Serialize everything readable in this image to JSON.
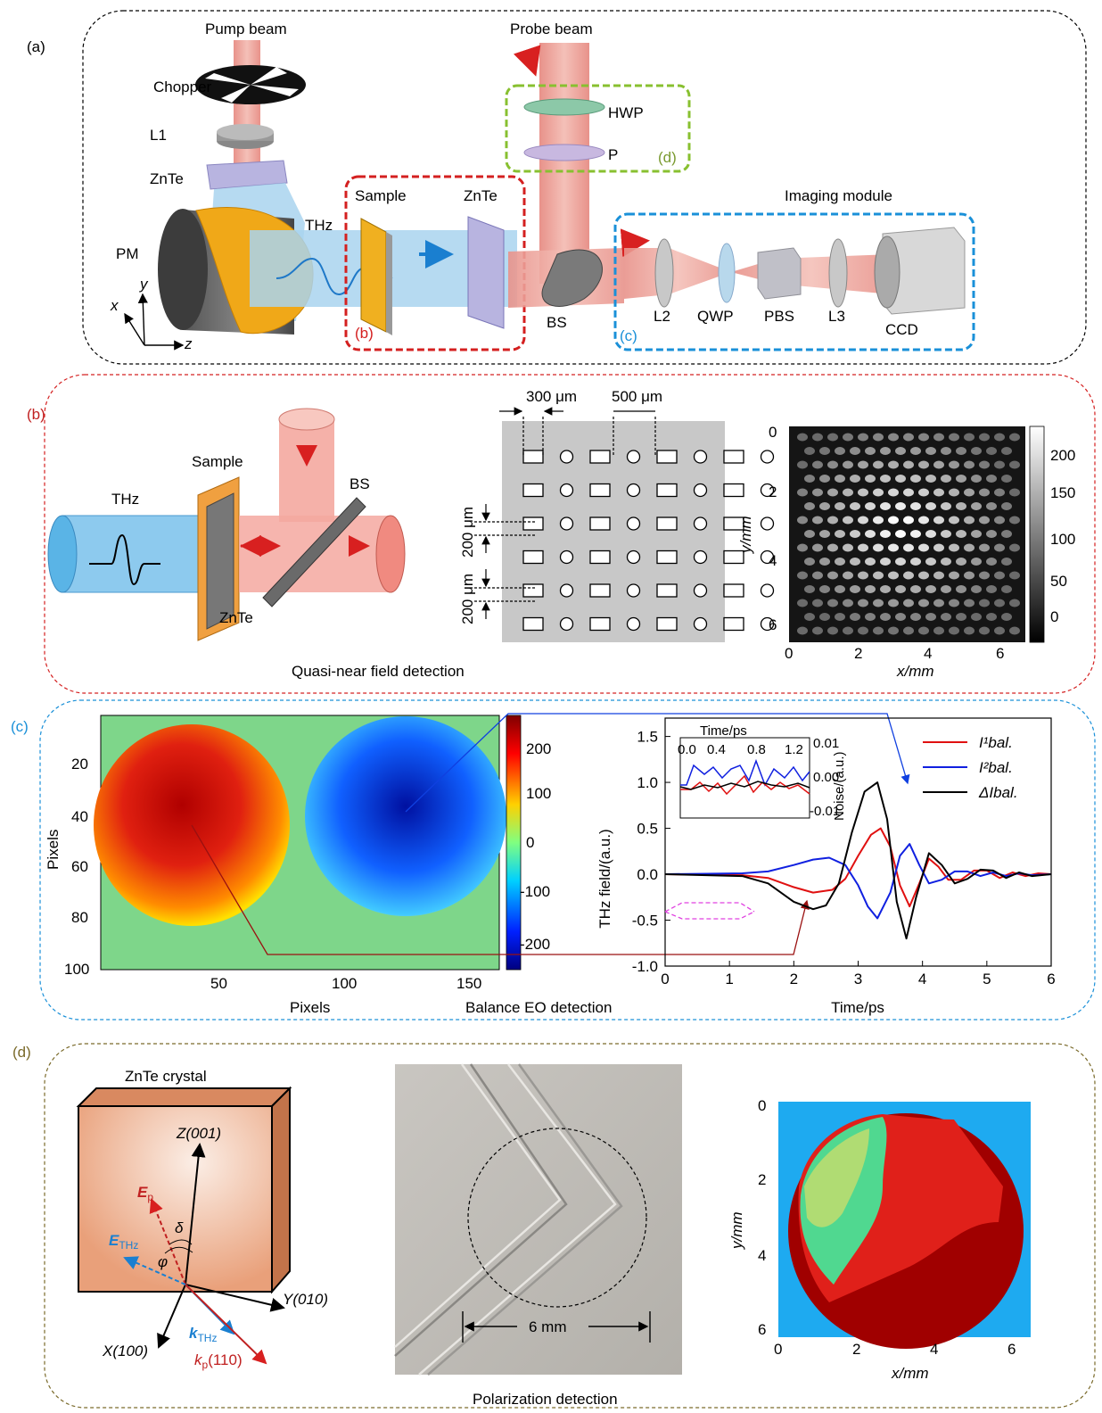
{
  "panel_a": {
    "label": "(a)",
    "pump_beam": "Pump beam",
    "probe_beam": "Probe beam",
    "chopper": "Chopper",
    "l1": "L1",
    "znte_top": "ZnTe",
    "pm": "PM",
    "thz": "THz",
    "sample": "Sample",
    "znte_mid": "ZnTe",
    "hwp": "HWP",
    "p": "P",
    "d_tag": "(d)",
    "imaging_module": "Imaging module",
    "bs": "BS",
    "b_tag": "(b)",
    "c_tag": "(c)",
    "l2": "L2",
    "qwp": "QWP",
    "pbs": "PBS",
    "l3": "L3",
    "ccd": "CCD",
    "axis_x": "x",
    "axis_y": "y",
    "axis_z": "z"
  },
  "panel_b": {
    "label": "(b)",
    "thz": "THz",
    "sample": "Sample",
    "bs": "BS",
    "znte": "ZnTe",
    "caption": "Quasi-near field detection",
    "dim_300": "300 μm",
    "dim_500": "500 μm",
    "dim_200a": "200 μm",
    "dim_200b": "200 μm",
    "image": {
      "ylabel": "y/mm",
      "xlabel": "x/mm",
      "xticks": [
        "0",
        "2",
        "4",
        "6"
      ],
      "yticks": [
        "0",
        "2",
        "4",
        "6"
      ],
      "cbar_ticks": [
        "200",
        "150",
        "100",
        "50",
        "0"
      ]
    }
  },
  "panel_c": {
    "label": "(c)",
    "map": {
      "ylabel": "Pixels",
      "xlabel": "Pixels",
      "yticks": [
        "20",
        "40",
        "60",
        "80",
        "100"
      ],
      "xticks": [
        "50",
        "100",
        "150"
      ],
      "cbar_ticks": [
        "200",
        "100",
        "0",
        "-100",
        "-200"
      ]
    },
    "caption": "Balance EO detection",
    "chart_data": {
      "type": "line",
      "xlabel": "Time/ps",
      "ylabel": "THz field/(a.u.)",
      "xlim": [
        0,
        6
      ],
      "ylim": [
        -1.0,
        1.7
      ],
      "xticks": [
        "0",
        "1",
        "2",
        "3",
        "4",
        "5",
        "6"
      ],
      "yticks": [
        "1.5",
        "1.0",
        "0.5",
        "0.0",
        "-0.5",
        "-1.0"
      ],
      "legend": [
        "I¹bal.",
        "I²bal.",
        "ΔIbal."
      ],
      "series": [
        {
          "name": "I¹bal.",
          "color": "#e01010",
          "x": [
            0,
            1.2,
            1.6,
            2.0,
            2.3,
            2.6,
            2.8,
            3.0,
            3.2,
            3.35,
            3.5,
            3.65,
            3.8,
            3.95,
            4.1,
            4.25,
            4.4,
            4.6,
            4.8,
            5.0,
            5.2,
            5.4,
            5.6,
            5.8,
            6.0
          ],
          "y": [
            0,
            -0.01,
            -0.04,
            -0.14,
            -0.2,
            -0.17,
            -0.05,
            0.2,
            0.43,
            0.5,
            0.3,
            -0.12,
            -0.35,
            -0.1,
            0.17,
            0.08,
            -0.06,
            -0.06,
            0.04,
            0.04,
            -0.04,
            0.02,
            -0.02,
            0.01,
            0
          ]
        },
        {
          "name": "I²bal.",
          "color": "#1020e0",
          "x": [
            0,
            1.2,
            1.6,
            2.0,
            2.3,
            2.55,
            2.8,
            3.0,
            3.15,
            3.3,
            3.5,
            3.65,
            3.8,
            3.95,
            4.1,
            4.3,
            4.5,
            4.7,
            4.9,
            5.1,
            5.3,
            5.5,
            5.7,
            6.0
          ],
          "y": [
            0,
            0.01,
            0.03,
            0.1,
            0.16,
            0.18,
            0.1,
            -0.12,
            -0.35,
            -0.48,
            -0.2,
            0.2,
            0.33,
            0.1,
            -0.1,
            -0.06,
            0.03,
            0.03,
            -0.02,
            0.02,
            -0.02,
            0.01,
            -0.01,
            0
          ]
        },
        {
          "name": "ΔIbal.",
          "color": "#000000",
          "x": [
            0,
            1.2,
            1.6,
            2.0,
            2.3,
            2.5,
            2.7,
            2.9,
            3.1,
            3.3,
            3.45,
            3.6,
            3.75,
            3.9,
            4.1,
            4.3,
            4.5,
            4.7,
            4.9,
            5.1,
            5.3,
            5.5,
            5.7,
            6.0
          ],
          "y": [
            0,
            -0.02,
            -0.1,
            -0.3,
            -0.38,
            -0.34,
            -0.1,
            0.45,
            0.9,
            1.0,
            0.6,
            -0.3,
            -0.7,
            -0.25,
            0.23,
            0.1,
            -0.1,
            -0.05,
            0.05,
            0.04,
            -0.04,
            0.02,
            -0.02,
            0
          ]
        }
      ],
      "inset": {
        "xlabel": "Time/ps",
        "ylabel": "Noise/(a.u.)",
        "xticks": [
          "0.0",
          "0.4",
          "0.8",
          "1.2"
        ],
        "yticks": [
          "0.01",
          "0.00",
          "-0.01"
        ]
      }
    }
  },
  "panel_d": {
    "label": "(d)",
    "crystal_title": "ZnTe crystal",
    "z_axis": "Z(001)",
    "y_axis": "Y(010)",
    "x_axis": "X(100)",
    "ep": "E",
    "ep_sub": "p",
    "ethz": "E",
    "ethz_sub": "THz",
    "delta": "δ",
    "phi": "φ",
    "kthz": "k",
    "kthz_sub": "THz",
    "kp": "k",
    "kp_sub": "p",
    "kp_dir": "(110)",
    "dim_6mm": "6 mm",
    "caption": "Polarization detection",
    "map": {
      "ylabel": "y/mm",
      "xlabel": "x/mm",
      "xticks": [
        "0",
        "2",
        "4",
        "6"
      ],
      "yticks": [
        "0",
        "2",
        "4",
        "6"
      ]
    }
  }
}
